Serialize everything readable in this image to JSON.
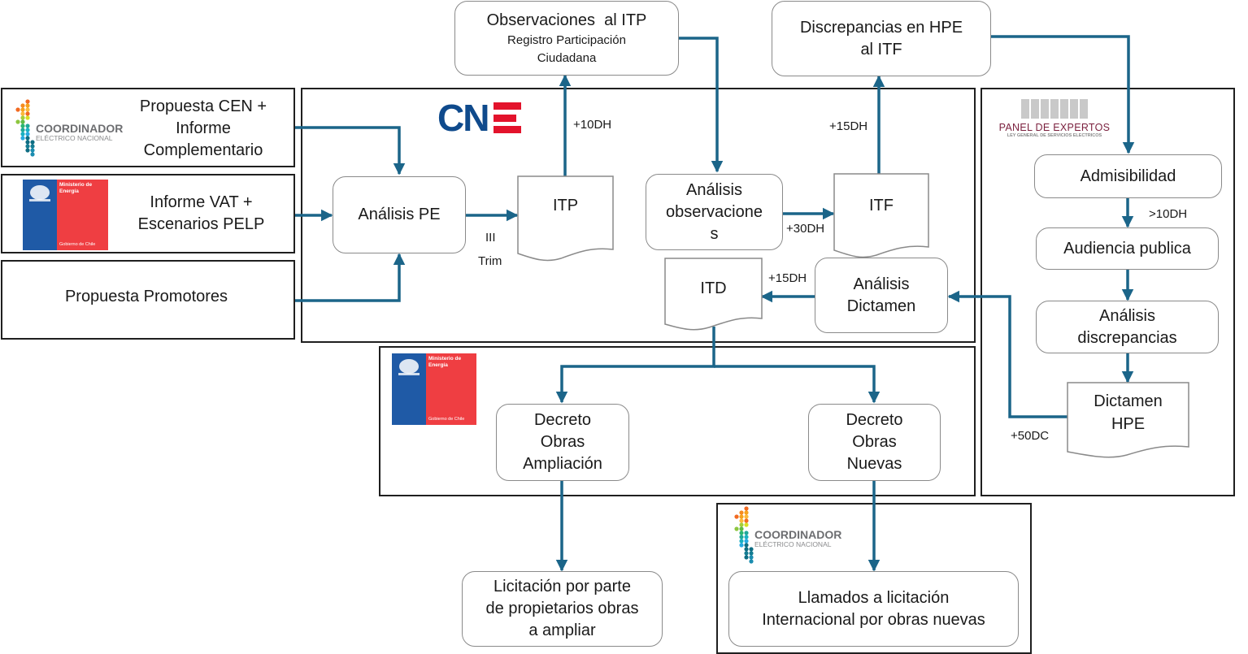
{
  "colors": {
    "connector": "#1b6589",
    "frame": "#1f1f1f",
    "box_border": "#8a8a8a",
    "cne_blue": "#0f4a8c",
    "cne_red": "#e3132c",
    "gob_blue": "#1f5aa6",
    "gob_red": "#ef3e42",
    "panel_maroon": "#7a1f3d"
  },
  "logos": {
    "coordinador": {
      "title": "COORDINADOR",
      "subtitle": "ELÉCTRICO NACIONAL"
    },
    "ministerio": {
      "title": "Ministerio de Energía",
      "footer": "Gobierno de Chile"
    },
    "cne": {
      "text_blue": "CN",
      "text_red": "E"
    },
    "panel": {
      "title": "PANEL DE EXPERTOS",
      "subtitle": "LEY GENERAL DE SERVICIOS ELECTRICOS"
    }
  },
  "inputs": [
    {
      "id": "cen",
      "lines": [
        "Propuesta CEN +",
        "Informe",
        "Complementario"
      ]
    },
    {
      "id": "vat",
      "lines": [
        "Informe VAT +",
        "Escenarios PELP"
      ]
    },
    {
      "id": "promotores",
      "lines": [
        "Propuesta Promotores"
      ]
    }
  ],
  "nodes": {
    "analisis_pe": "Análisis PE",
    "itp": "ITP",
    "observaciones": {
      "title": "Observaciones  al ITP",
      "subtitle_lines": [
        "Registro Participación",
        "Ciudadana"
      ]
    },
    "analisis_obs": [
      "Análisis",
      "observacione",
      "s"
    ],
    "itf": "ITF",
    "discrepancias": [
      "Discrepancias en HPE",
      "al ITF"
    ],
    "itd": "ITD",
    "analisis_dictamen": [
      "Análisis",
      "Dictamen"
    ],
    "admisibilidad": "Admisibilidad",
    "audiencia": "Audiencia publica",
    "analisis_discrepancias": [
      "Análisis",
      "discrepancias"
    ],
    "dictamen_hpe": [
      "Dictamen",
      "HPE"
    ],
    "decreto_ampliacion": [
      "Decreto",
      "Obras",
      "Ampliación"
    ],
    "decreto_nuevas": [
      "Decreto",
      "Obras",
      "Nuevas"
    ],
    "licitacion_propietarios": [
      "Licitación por parte",
      "de propietarios obras",
      "a ampliar"
    ],
    "llamados": [
      "Llamados a licitación",
      "Internacional por obras nuevas"
    ]
  },
  "edge_labels": {
    "itp_trim_1": "III",
    "itp_trim_2": "Trim",
    "plus10dh": "+10DH",
    "plus15dh_itf": "+15DH",
    "plus30dh": "+30DH",
    "plus15dh_itd": "+15DH",
    "gt10dh": ">10DH",
    "plus50dc": "+50DC"
  }
}
